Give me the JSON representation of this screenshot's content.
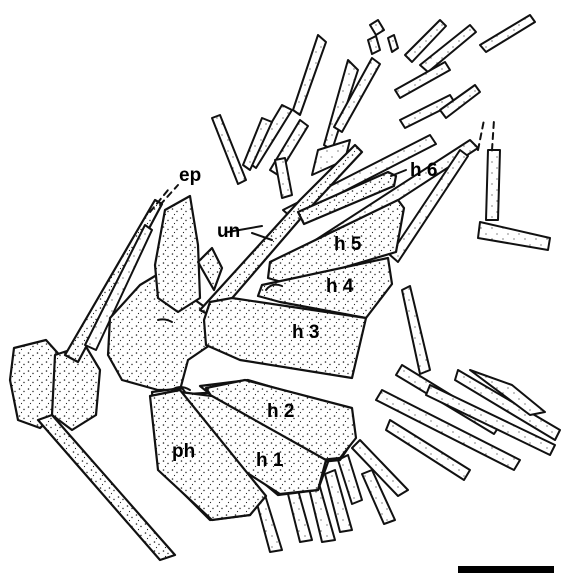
{
  "labels": {
    "ep": "ep",
    "un": "un",
    "h6": "h 6",
    "h5": "h 5",
    "h4": "h 4",
    "h3": "h 3",
    "h2": "h 2",
    "h1": "h 1",
    "ph": "ph"
  },
  "colors": {
    "ink": "#111111",
    "paper": "#ffffff"
  }
}
